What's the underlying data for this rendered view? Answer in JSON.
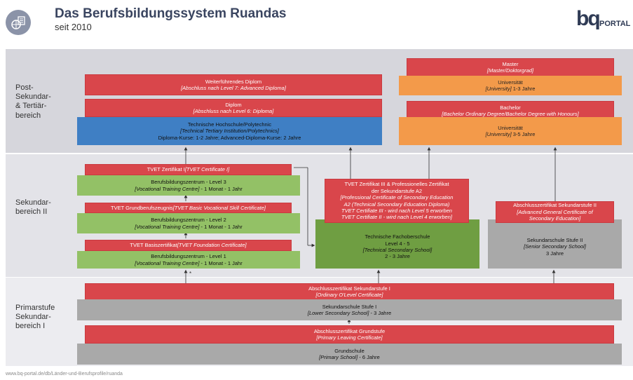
{
  "header": {
    "title": "Das Berufsbildungssystem Ruandas",
    "subtitle": "seit 2010",
    "logo_text": "bq",
    "logo_word": "PORTAL"
  },
  "sections": {
    "post": "Post-\nSekundar-\n& Tertiär-\nbereich",
    "sek2": "Sekundar-\nbereich II",
    "prim": "Primarstufe\nSekundar-\nbereich I"
  },
  "boxes": {
    "weiterfuehrendes": {
      "l1": "Weiterführendes Diplom",
      "l2": "[Abschluss nach Level 7: Advanced Diploma]"
    },
    "diplom": {
      "l1": "Diplom",
      "l2": "[Abschluss nach Level 6: Diploma]"
    },
    "techhoch": {
      "l1": "Technische Hochschule/Polytechnic",
      "l2": "[Technical Tertiary Institution/Polytechnics]",
      "l3": "Diploma-Kurse: 1-2 Jahre; Advanced-Diploma-Kurse: 2 Jahre"
    },
    "master": {
      "l1": "Master",
      "l2": "[Master/Doktorgrad]"
    },
    "uni13": {
      "l1": "Universität",
      "l2": "[University]",
      "l3": " 1-3 Jahre"
    },
    "bachelor": {
      "l1": "Bachelor",
      "l2": "[Bachelor Ordinary Degree/Bachelor Degree with Honours]"
    },
    "uni35": {
      "l1": "Universität",
      "l2": "[University]",
      "l3": " 3-5 Jahre"
    },
    "tvet1": {
      "l1": "TVET Zertifikat I ",
      "l2": "[TVET Certificate I]"
    },
    "bbz3": {
      "l1": "Berufsbildungszentrum - Level 3",
      "l2": "[Vocational Training Centre]",
      "l3": " - 1 Monat - 1 Jahr"
    },
    "tvetgrund": {
      "l1": "TVET Grundberufszeugnis ",
      "l2": "[TVET Basic Vocational Skill Certificate]"
    },
    "bbz2": {
      "l1": "Berufsbildungszentrum - Level 2",
      "l2": "[Vocational Training Centre]",
      "l3": " - 1 Monat - 1 Jahr"
    },
    "tvetbasis": {
      "l1": "TVET Basiszertifikat ",
      "l2": "[TVET Foundation Certificate]"
    },
    "bbz1": {
      "l1": "Berufsbildungszentrum - Level 1",
      "l2": "[Vocational Training Centre]",
      "l3": " - 1 Monat - 1 Jahr"
    },
    "tvet3": {
      "l1": "TVET  Zertifikat III & Professionelles Zertifikat",
      "l2": "der Sekundarstufe A2",
      "l3": "[Professional Certificate of Secondary Education",
      "l4": "A2 (Technical Secondary Education Diploma)",
      "l5": "TVET Certifiate III - wird nach Level 5 erworben",
      "l6": "TVET Certifiate II - wird nach Level 4 erworben]"
    },
    "techfach": {
      "l1": "Technische Fachoberschule",
      "l2": "Level 4 - 5",
      "l3": "[Technical Secondary School]",
      "l4": "2 - 3 Jahre"
    },
    "abschluss2": {
      "l1": "Abschlusszertifikat Sekundarstufe II",
      "l2": "[Advanced General Certificate of",
      "l3": "Secondary Education]"
    },
    "sekstufe2": {
      "l1": "Sekundarschule Stufe II",
      "l2": "[Senior Secondary School]",
      "l3": "3 Jahre"
    },
    "abschluss1": {
      "l1": "Abschlusszertifikat Sekundarstufe I",
      "l2": "[Ordinary O'Level Certificate]"
    },
    "sekstufe1": {
      "l1": "Sekundarschule Stufe I",
      "l2": "[Lower Secondary School]",
      "l3": " - 3 Jahre"
    },
    "abschlussgrund": {
      "l1": "Abschlusszertifikat Grundstufe",
      "l2": "[Primary Leaving Certificate]"
    },
    "grundschule": {
      "l1": "Grundschule",
      "l2": "[Primary School]",
      "l3": " - 6 Jahre"
    }
  },
  "footnote_marker": "*",
  "footer": {
    "source": "www.bq-portal.de/db/Länder-und-Berufsprofile/ruanda"
  },
  "colors": {
    "red": "#d9464b",
    "blue": "#3f7fc4",
    "orange": "#f39a4a",
    "green": "#93c166",
    "gray": "#a9a9a9",
    "band_top": "#d6d6dc",
    "band_mid": "#e3e3e8",
    "band_bot": "#ececf0"
  }
}
